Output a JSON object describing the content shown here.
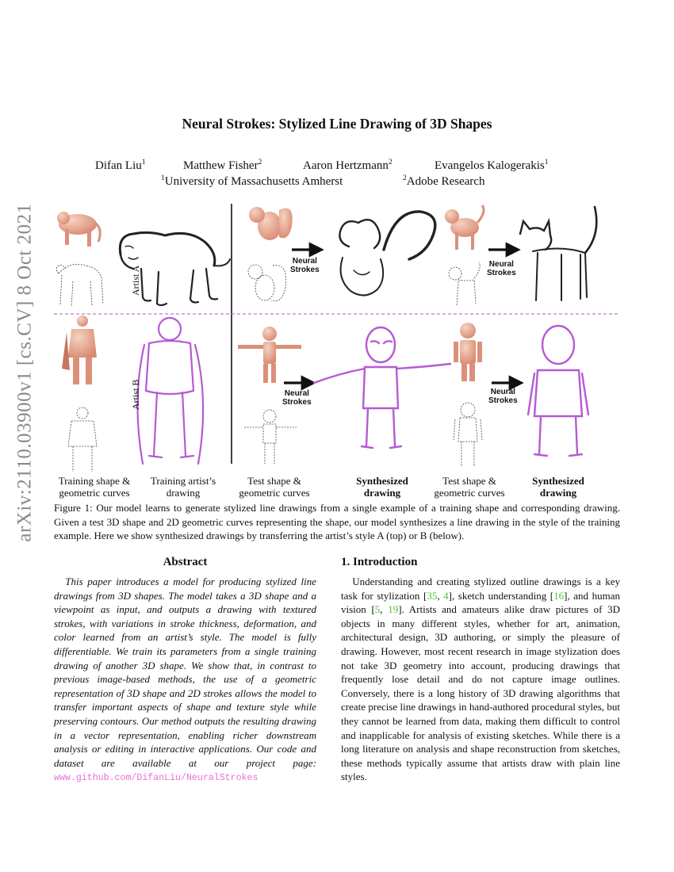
{
  "arxiv_stamp": "arXiv:2110.03900v1  [cs.CV]  8 Oct 2021",
  "title": "Neural Strokes: Stylized Line Drawing of 3D Shapes",
  "authors": [
    {
      "name": "Difan Liu",
      "aff": "1"
    },
    {
      "name": "Matthew Fisher",
      "aff": "2"
    },
    {
      "name": "Aaron Hertzmann",
      "aff": "2"
    },
    {
      "name": "Evangelos Kalogerakis",
      "aff": "1"
    }
  ],
  "affiliations": [
    {
      "mark": "1",
      "name": "University of Massachusetts Amherst"
    },
    {
      "mark": "2",
      "name": "Adobe Research"
    }
  ],
  "figure": {
    "artist_a": "Artist A",
    "artist_b": "Artist B",
    "neural_strokes_line1": "Neural",
    "neural_strokes_line2": "Strokes",
    "col_labels": {
      "training_shape_1": "Training shape &",
      "training_shape_2": "geometric curves",
      "training_artist_1": "Training artist’s",
      "training_artist_2": "drawing",
      "test_shape_1": "Test shape &",
      "test_shape_2": "geometric curves",
      "synth_1": "Synthesized",
      "synth_2": "drawing"
    },
    "colors": {
      "shape": "#e9a98c",
      "artist_b_stroke": "#b65ad4",
      "divider": "#c676c9"
    }
  },
  "caption": "Figure 1:  Our model learns to generate stylized line drawings from a single example of a training shape and corresponding drawing. Given a test 3D shape and 2D geometric curves representing the shape, our model synthesizes a line drawing in the style of the training example. Here we show synthesized drawings by transferring the artist’s style A (top) or B (below).",
  "abstract": {
    "heading": "Abstract",
    "text": "This paper introduces a model for producing stylized line drawings from 3D shapes. The model takes a 3D shape and a viewpoint as input, and outputs a drawing with textured strokes, with variations in stroke thickness, deformation, and color learned from an artist’s style. The model is fully differentiable. We train its parameters from a single training drawing of another 3D shape. We show that, in contrast to previous image-based methods, the use of a geometric representation of 3D shape and 2D strokes allows the model to transfer important aspects of shape and texture style while preserving contours. Our method outputs the resulting drawing in a vector representation, enabling richer downstream analysis or editing in interactive applications. Our code and dataset are available at our project page:",
    "link": "www.github.com/DifanLiu/NeuralStrokes"
  },
  "intro": {
    "heading": "1. Introduction",
    "p1": "Understanding and creating stylized outline drawings is a key task for stylization [",
    "c1": "35",
    "p2": ", ",
    "c2": "4",
    "p3": "], sketch understanding [",
    "c3": "16",
    "p4": "], and human vision [",
    "c4": "5",
    "p5": ", ",
    "c5": "19",
    "p6": "]. Artists and amateurs alike draw pictures of 3D objects in many different styles, whether for art, animation, architectural design, 3D authoring, or simply the pleasure of drawing. However, most recent research in image stylization does not take 3D geometry into account, producing drawings that frequently lose detail and do not capture image outlines. Conversely, there is a long history of 3D drawing algorithms that create precise line drawings in hand-authored procedural styles, but they cannot be learned from data, making them difficult to control and inapplicable for analysis of existing sketches. While there is a long literature on analysis and shape reconstruction from sketches, these methods typically assume that artists draw with plain line styles."
  }
}
